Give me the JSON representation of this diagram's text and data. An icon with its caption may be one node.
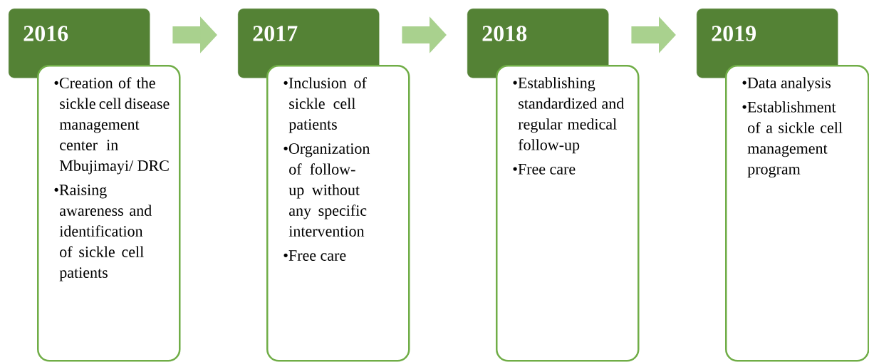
{
  "diagram": {
    "nodes": [
      {
        "text": [
          "2016"
        ]
      },
      {
        "text": [
          "•Creation of the sickle cell disease management center in Mbujimayi/ DRC",
          "•Raising awareness and identification of sickle cell patients"
        ]
      },
      {
        "text": [
          "2017"
        ]
      },
      {
        "text": [
          "•Inclusion of sickle cell patients",
          "•Organization of follow-up without any specific intervention",
          "•Free care"
        ]
      },
      {
        "text": [
          "2018"
        ]
      },
      {
        "text": [
          "•Establishing standardized and regular medical follow-up",
          "•Free care"
        ]
      },
      {
        "text": [
          "2019"
        ]
      },
      {
        "text": [
          "•Data analysis",
          "•Establishment of a sickle cell management program"
        ]
      }
    ],
    "edges": [
      {
        "from": 0,
        "to": 2,
        "arrow": "to"
      },
      {
        "from": 2,
        "to": 4,
        "arrow": "to"
      },
      {
        "from": 4,
        "to": 6,
        "arrow": "to"
      }
    ]
  }
}
